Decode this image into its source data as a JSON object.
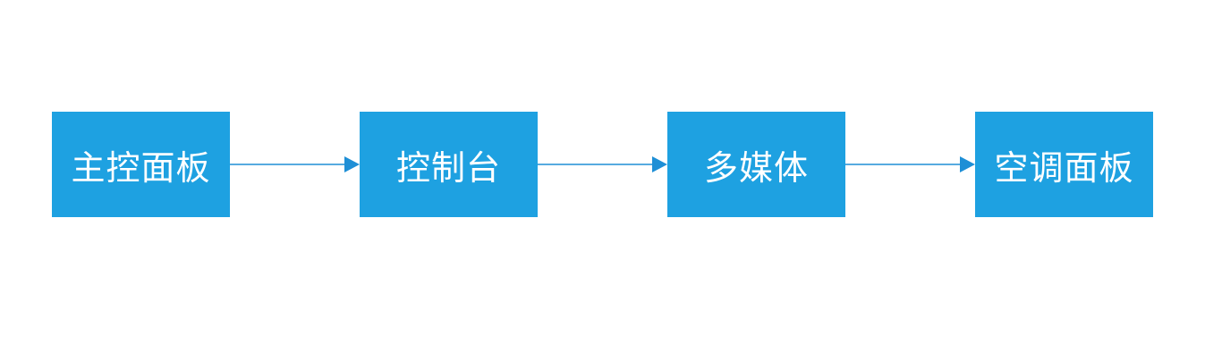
{
  "colors": {
    "node_fill": "#1ea1e1",
    "node_text": "#ffffff",
    "connector": "#1e8fd6",
    "background": "#ffffff"
  },
  "flow": {
    "nodes": [
      {
        "label": "主控面板"
      },
      {
        "label": "控制台"
      },
      {
        "label": "多媒体"
      },
      {
        "label": "空调面板"
      }
    ],
    "edges": [
      {
        "from": 0,
        "to": 1
      },
      {
        "from": 1,
        "to": 2
      },
      {
        "from": 2,
        "to": 3
      }
    ]
  }
}
